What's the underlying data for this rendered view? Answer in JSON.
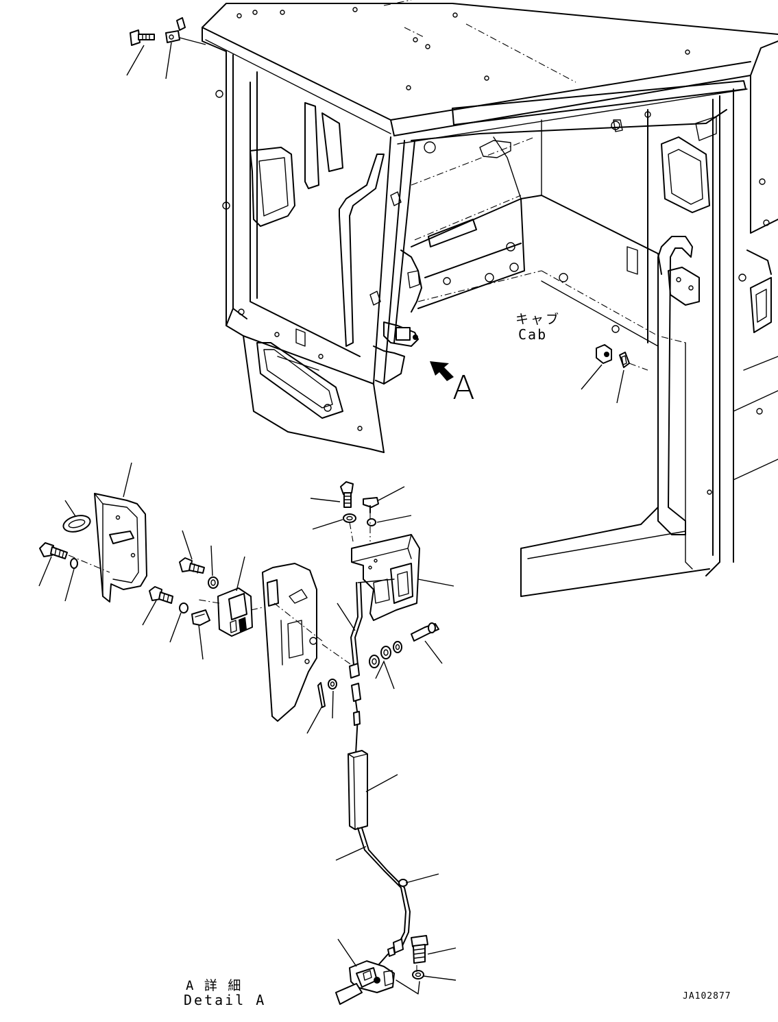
{
  "labels": {
    "cab_jp": "キャブ",
    "cab_en": "Cab",
    "view_letter": "A",
    "detail_jp": "A 詳 細",
    "detail_en": "Detail A",
    "drawing_code": "JA102877"
  }
}
